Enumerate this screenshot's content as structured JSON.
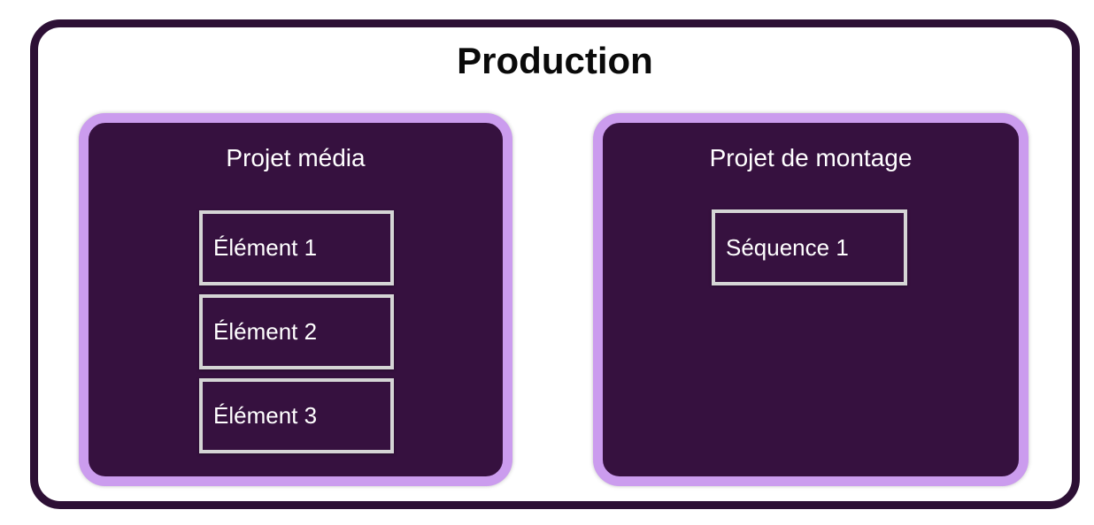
{
  "diagram": {
    "title": "Production",
    "groups": [
      {
        "title": "Projet média",
        "items": [
          "Élément 1",
          "Élément 2",
          "Élément 3"
        ]
      },
      {
        "title": "Projet de montage",
        "items": [
          "Séquence 1"
        ]
      }
    ],
    "colors": {
      "background": "#ffffff",
      "outer_border": "#2d1035",
      "container_fill": "#36113f",
      "container_border": "#cb9cee",
      "item_fill": "#36113f",
      "item_border": "#d5d5d5",
      "title_color": "#0a0a0a",
      "text_color": "#ffffff"
    }
  }
}
